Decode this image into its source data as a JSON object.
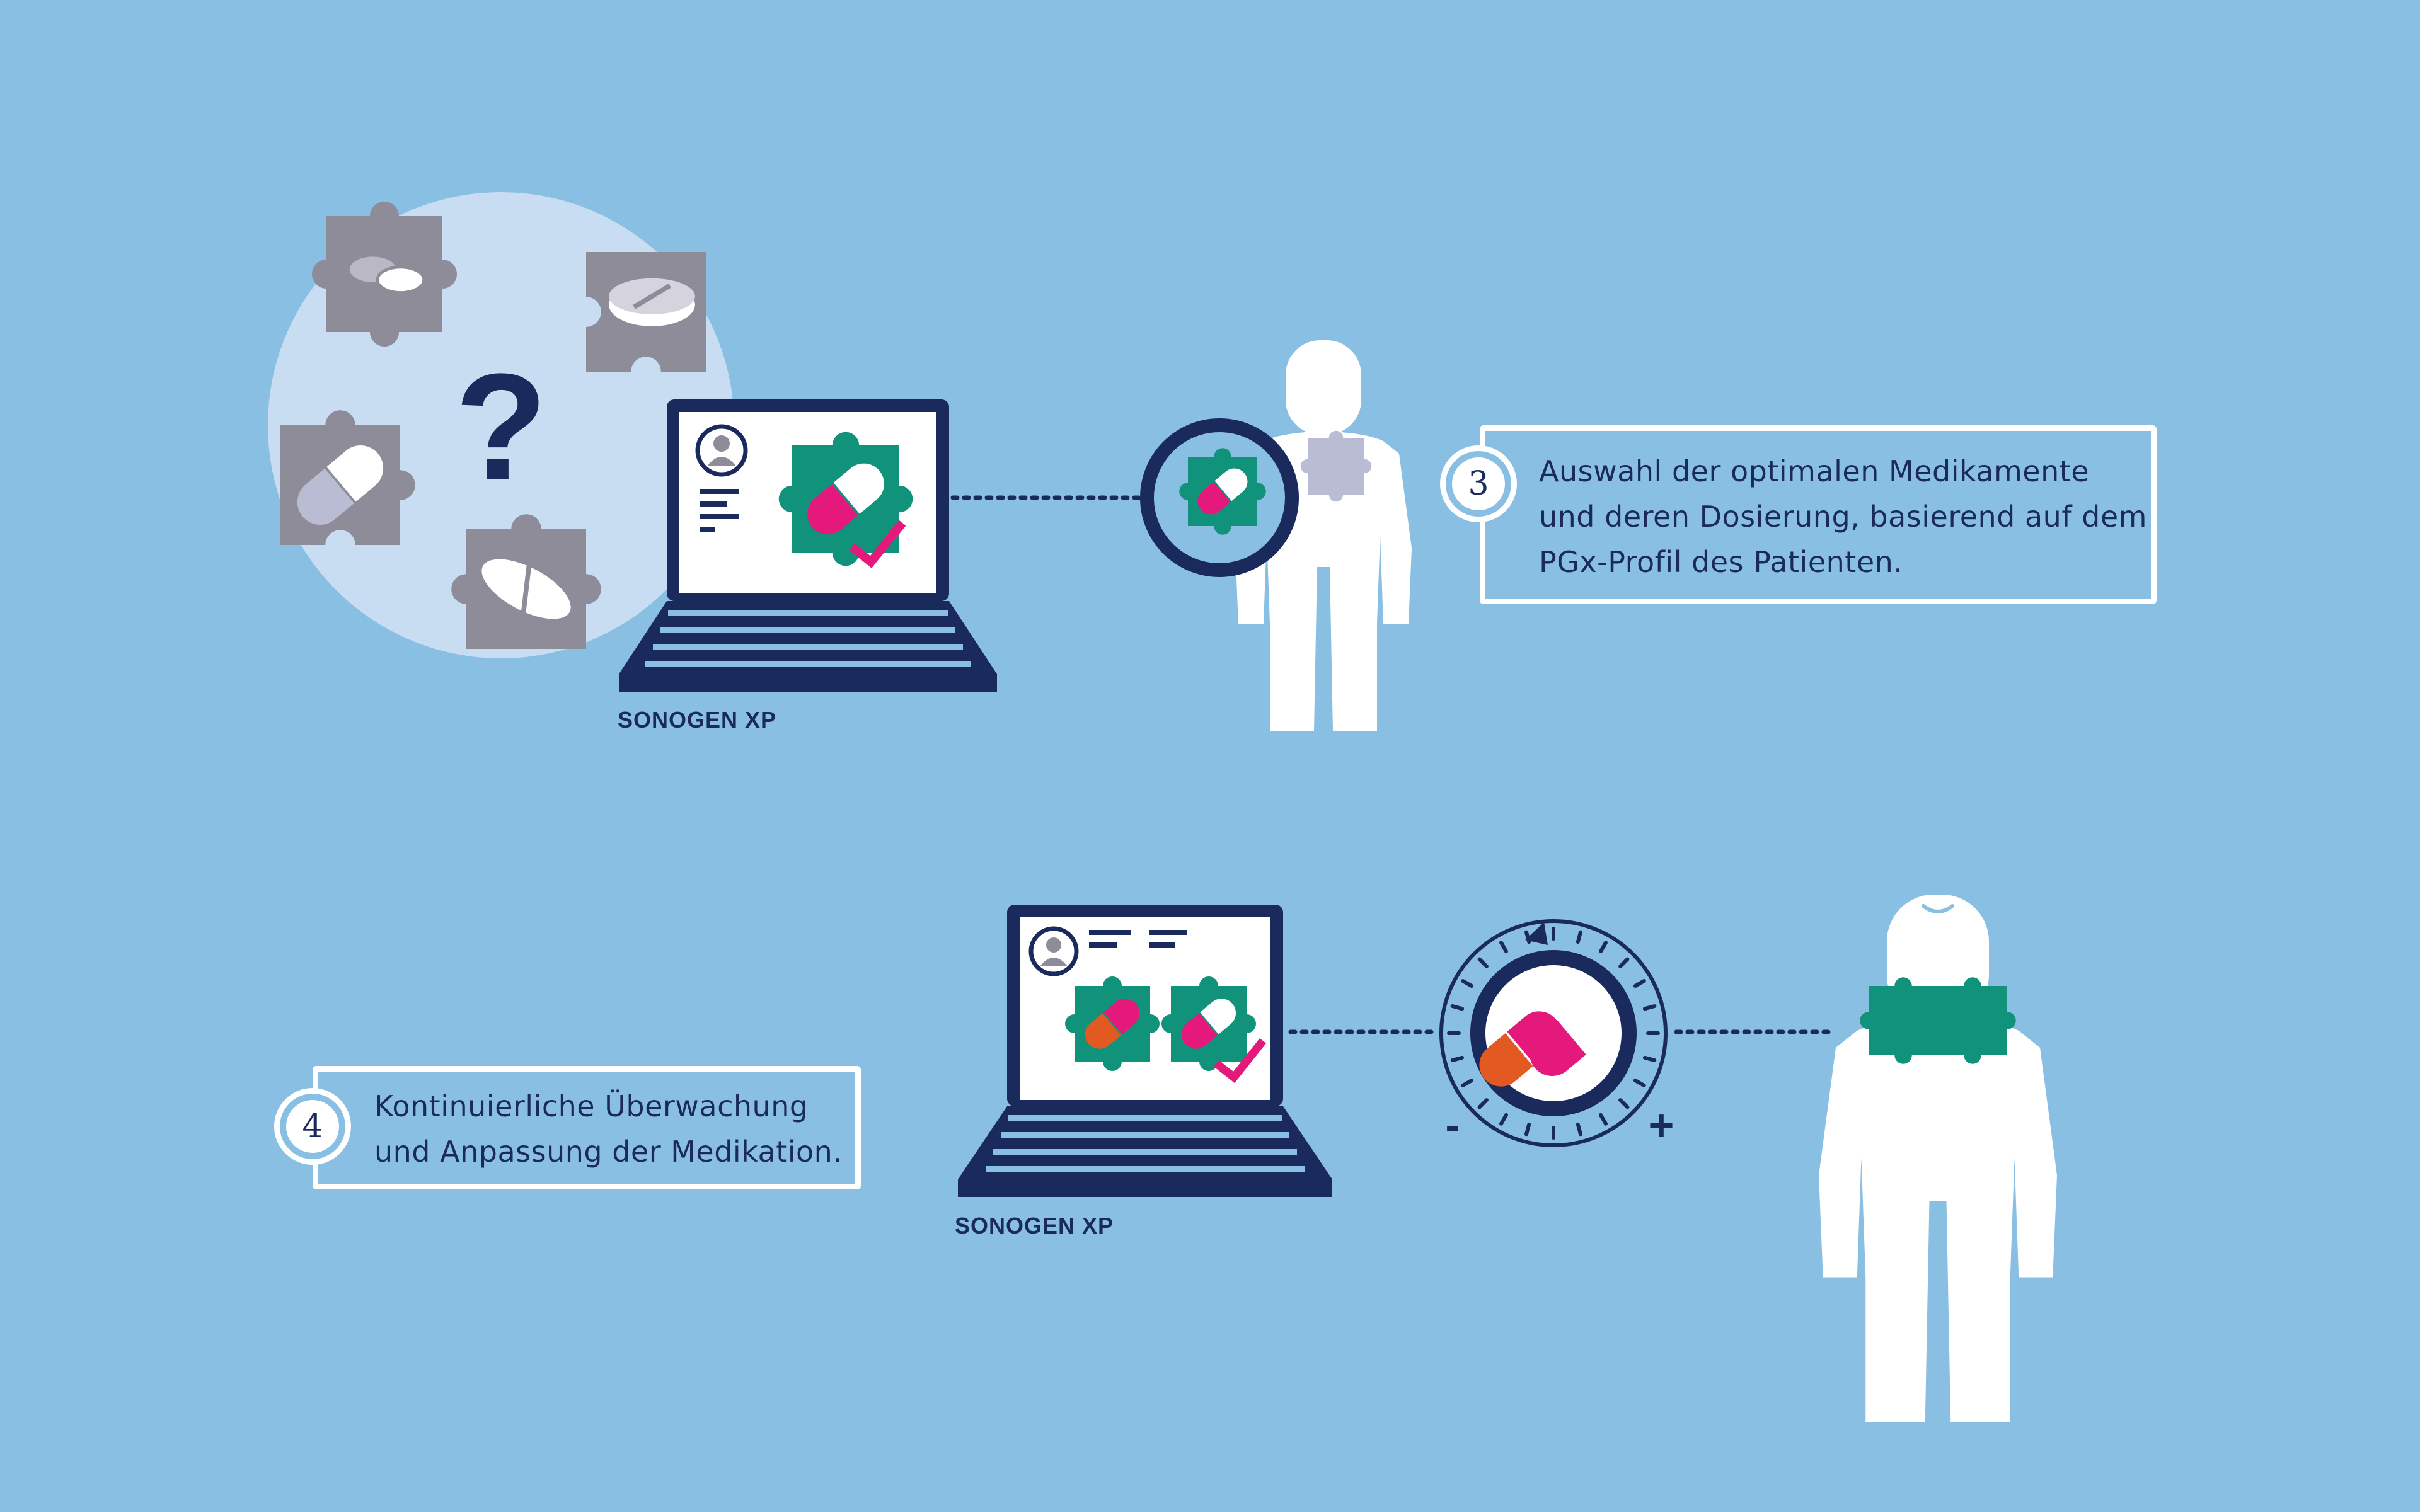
{
  "step3": {
    "number": "3",
    "lines": [
      "Auswahl der optimalen Medikamente",
      "und deren Dosierung, basierend auf dem",
      "PGx-Profil des Patienten."
    ]
  },
  "step4": {
    "number": "4",
    "lines": [
      "Kontinuierliche Überwachung",
      "und Anpassung der Medikation."
    ]
  },
  "devices": {
    "label_top": "SONOGEN XP",
    "label_bottom": "SONOGEN XP"
  },
  "query_mark": "?",
  "dial": {
    "minus": "-",
    "plus": "+"
  },
  "colors": {
    "background": "#89BFE2",
    "navy": "#1B2A5C",
    "teal": "#11927A",
    "magenta": "#E5197B",
    "orange": "#E25A22",
    "gray_piece": "#8D8C98",
    "light_circle": "#C8DDF1",
    "white": "#FFFFFF"
  },
  "icons": [
    "puzzle-piece-icon",
    "pill-capsule-icon",
    "tablet-icon",
    "question-icon",
    "laptop-icon",
    "avatar-icon",
    "checkmark-icon",
    "magnifier-icon",
    "person-icon",
    "dial-icon",
    "smile-icon"
  ]
}
